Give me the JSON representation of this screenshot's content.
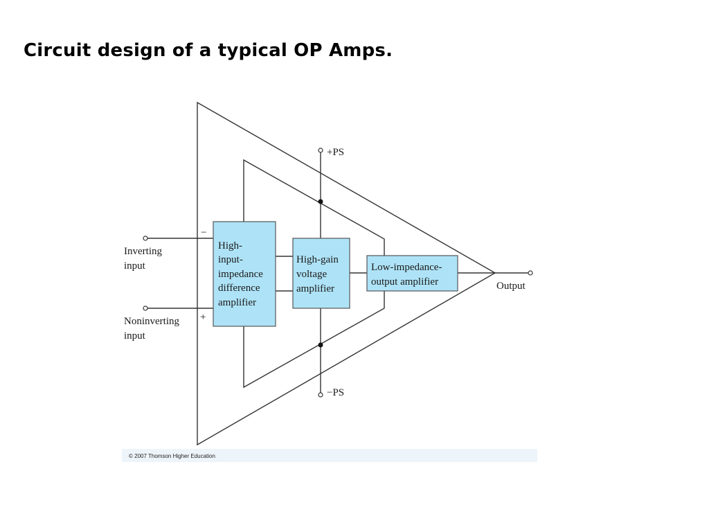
{
  "slide": {
    "title": "Circuit design of a typical OP Amps."
  },
  "diagram": {
    "colors": {
      "line": "#333333",
      "box_fill": "#aee3f7",
      "box_stroke": "#555555"
    },
    "inputs": {
      "inverting": [
        "Inverting",
        "input"
      ],
      "noninverting": [
        "Noninverting",
        "input"
      ],
      "minus_sign": "−",
      "plus_sign": "+"
    },
    "power": {
      "positive": "+PS",
      "negative": "−PS"
    },
    "blocks": {
      "difference_amplifier": [
        "High-",
        "input-",
        "impedance",
        "difference",
        "amplifier"
      ],
      "voltage_amplifier": [
        "High-gain",
        "voltage",
        "amplifier"
      ],
      "output_amplifier": [
        "Low-impedance-",
        "output amplifier"
      ]
    },
    "output_label": "Output",
    "copyright": "© 2007 Thomson Higher Education"
  }
}
